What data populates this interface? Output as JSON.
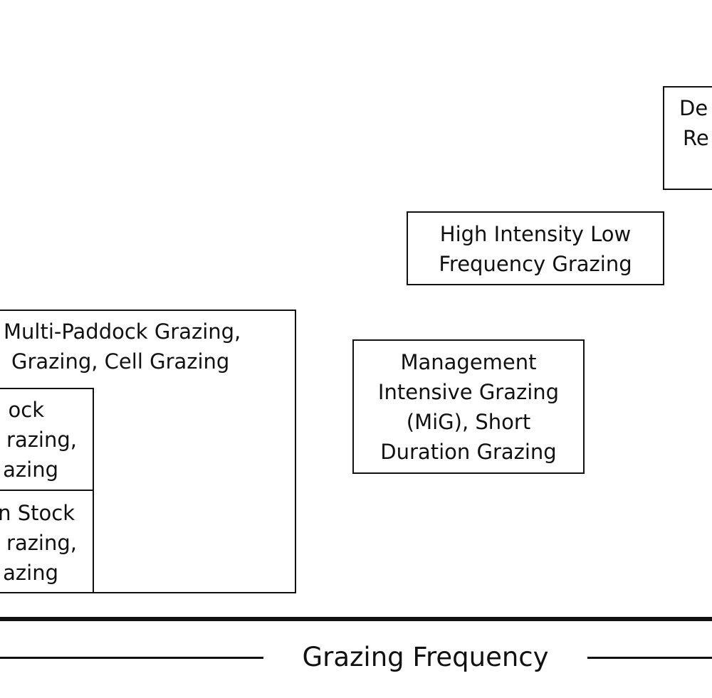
{
  "boxes": {
    "multi_paddock": {
      "lines": [
        "Multi-Paddock Grazing,",
        "Grazing, Cell Grazing"
      ]
    },
    "box_b": {
      "lines": [
        "ock",
        "razing,",
        "azing"
      ]
    },
    "box_c": {
      "lines": [
        "n Stock",
        "razing,",
        "azing"
      ]
    },
    "mig": {
      "lines": [
        "Management",
        "Intensive Grazing",
        "(MiG), Short",
        "Duration Grazing"
      ]
    },
    "hilf": {
      "lines": [
        "High Intensity Low",
        "Frequency Grazing"
      ]
    },
    "de_re": {
      "lines": [
        "De",
        "Re"
      ]
    }
  },
  "axis": {
    "label": "Grazing Frequency"
  }
}
